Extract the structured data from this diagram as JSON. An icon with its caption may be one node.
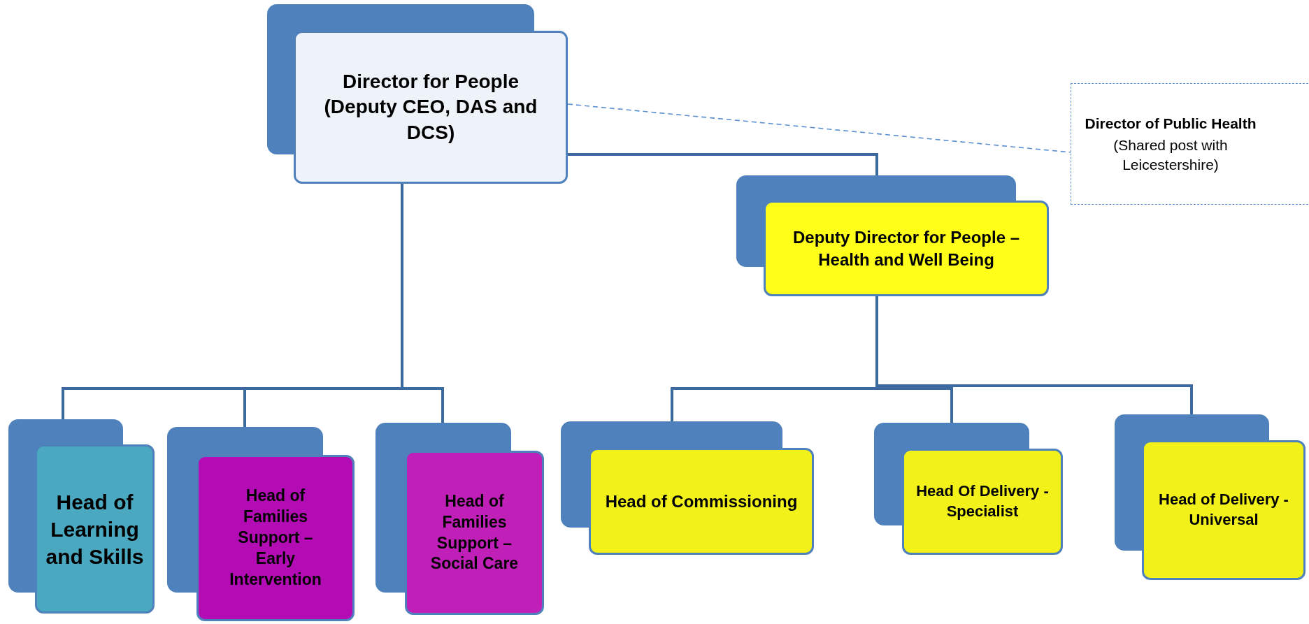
{
  "diagram": {
    "nodes": [
      {
        "text": [
          "Director for People (Deputy CEO, DAS and DCS)"
        ]
      },
      {
        "text": [
          "Director of Public Health",
          "(Shared post with Leicestershire)"
        ]
      },
      {
        "text": [
          "Deputy Director for People – Health and Well Being"
        ]
      },
      {
        "text": [
          "Head of Learning and Skills"
        ]
      },
      {
        "text": [
          "Head of Families Support – Early Intervention"
        ]
      },
      {
        "text": [
          "Head of Families Support – Social Care"
        ]
      },
      {
        "text": [
          "Head of Commissioning"
        ]
      },
      {
        "text": [
          "Head Of Delivery - Specialist"
        ]
      },
      {
        "text": [
          "Head of Delivery - Universal"
        ]
      }
    ],
    "edges": [
      {
        "from": 0,
        "to": 1,
        "arrow": "none",
        "style": "dashed",
        "color": "#5b8fd0"
      },
      {
        "from": 0,
        "to": 2,
        "arrow": "none"
      },
      {
        "from": 0,
        "to": 3,
        "arrow": "none"
      },
      {
        "from": 0,
        "to": 4,
        "arrow": "none"
      },
      {
        "from": 0,
        "to": 5,
        "arrow": "none"
      },
      {
        "from": 2,
        "to": 6,
        "arrow": "none"
      },
      {
        "from": 2,
        "to": 7,
        "arrow": "none"
      },
      {
        "from": 2,
        "to": 8,
        "arrow": "none"
      }
    ]
  }
}
